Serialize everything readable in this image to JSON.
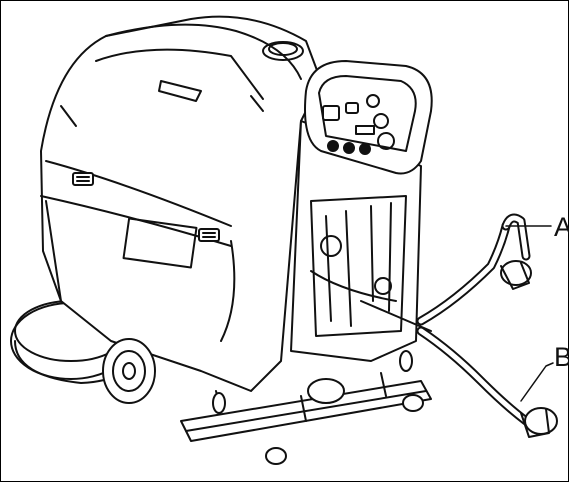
{
  "callouts": [
    {
      "label": "A",
      "part": "hose-upper"
    },
    {
      "label": "B",
      "part": "hose-lower"
    }
  ],
  "colors": {
    "line": "#111111",
    "fill": "#ffffff",
    "shade": "#e6e6e6"
  }
}
